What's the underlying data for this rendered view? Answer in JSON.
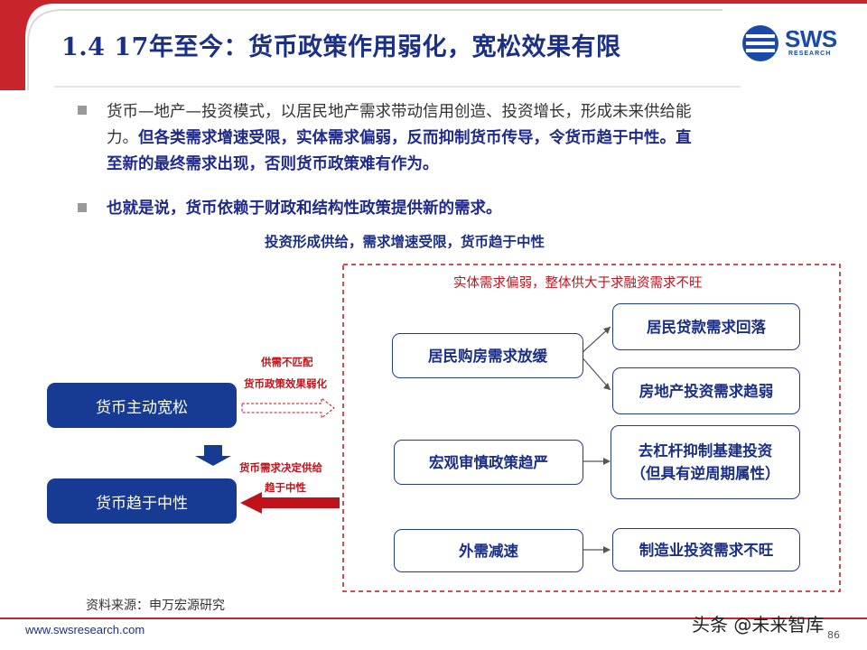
{
  "header": {
    "title": "1.4 17年至今：货币政策作用弱化，宽松效果有限",
    "logo_text": "SWS",
    "logo_sub": "RESEARCH"
  },
  "bullets": [
    {
      "normal": "货币—地产—投资模式，以居民地产需求带动信用创造、投资增长，形成未来供给能",
      "line2_normal": "力。",
      "line2_bold": "但各类需求增速受限，实体需求偏弱，反而抑制货币传导，令货币趋于中性。直",
      "line3_bold": "至新的最终需求出现，否则货币政策难有作为。"
    },
    {
      "bold": "也就是说，货币依赖于财政和结构性政策提供新的需求。"
    }
  ],
  "diagram": {
    "subtitle": "投资形成供给，需求增速受限，货币趋于中性",
    "box_title": "实体需求偏弱，整体供大于求融资需求不旺",
    "left_boxes": [
      "货币主动宽松",
      "货币趋于中性"
    ],
    "arrow_labels": {
      "top_line1": "供需不匹配",
      "top_line2": "货币政策效果弱化",
      "bottom_line1": "货币需求决定供给",
      "bottom_line2": "趋于中性"
    },
    "causes": [
      "居民购房需求放缓",
      "宏观审慎政策趋严",
      "外需减速"
    ],
    "effects": [
      {
        "line1": "居民贷款需求回落"
      },
      {
        "line1": "房地产投资需求趋弱"
      },
      {
        "line1": "去杠杆抑制基建投资",
        "line2": "（但具有逆周期属性）"
      },
      {
        "line1": "制造业投资需求不旺"
      }
    ]
  },
  "footer": {
    "source": "资料来源：申万宏源研究",
    "url": "www.swsresearch.com",
    "watermark": "头条 @未来智库",
    "page": "86"
  },
  "colors": {
    "title_blue": "#1a2f86",
    "box_blue": "#173a93",
    "accent_red": "#c0121a"
  }
}
